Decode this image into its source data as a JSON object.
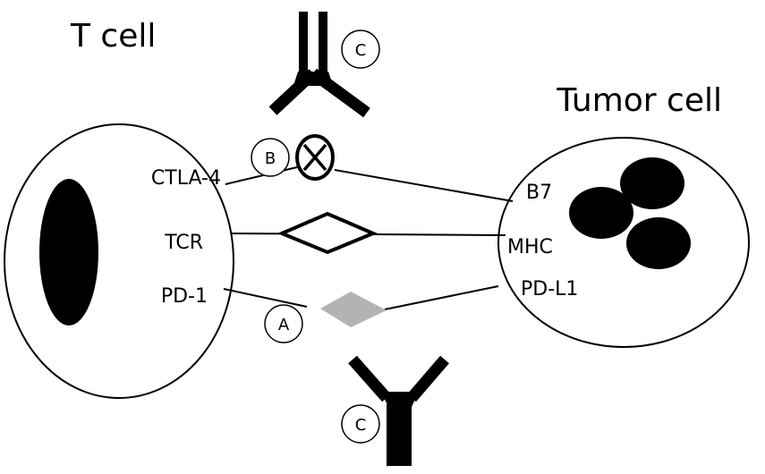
{
  "colors": {
    "background": "#ffffff",
    "outline": "#000000",
    "nucleus": "#000000",
    "pdl1_diamond": "#b3b3b3"
  },
  "t_cell": {
    "title": "T cell",
    "receptors": {
      "ctla4": "CTLA-4",
      "tcr": "TCR",
      "pd1": "PD-1"
    }
  },
  "tumor_cell": {
    "title": "Tumor cell",
    "ligands": {
      "b7": "B7",
      "mhc": "MHC",
      "pdl1": "PD-L1"
    }
  },
  "markers": {
    "a": "A",
    "b": "B",
    "c_top": "C",
    "c_bottom": "C"
  },
  "icons": {
    "antibody": "antibody-icon",
    "blocked_interaction": "circle-x-icon",
    "active_interaction": "diamond-icon"
  }
}
